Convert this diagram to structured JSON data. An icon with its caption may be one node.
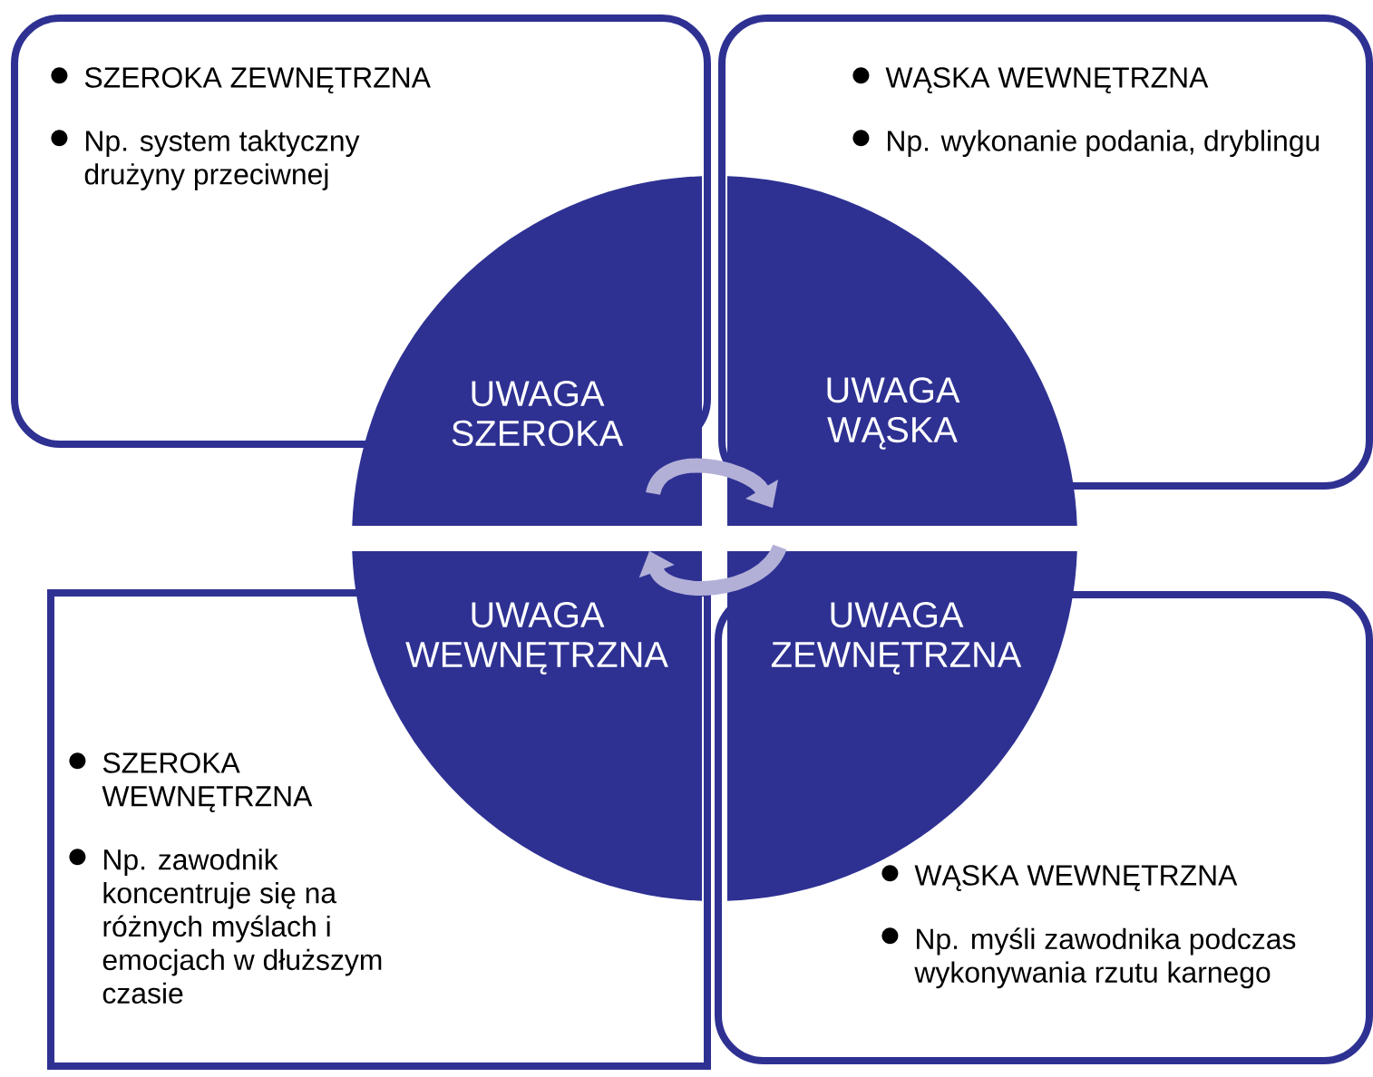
{
  "diagram": {
    "nodes": [
      {
        "text": [
          "SZEROKA ZEWNĘTRZNA",
          "Np. system taktyczny drużyny przeciwnej"
        ]
      },
      {
        "text": [
          "WĄSKA WEWNĘTRZNA",
          "Np. wykonanie podania, dryblingu"
        ]
      },
      {
        "text": [
          "UWAGA SZEROKA"
        ]
      },
      {
        "text": [
          "UWAGA WĄSKA"
        ]
      },
      {
        "text": [
          "UWAGA WEWNĘTRZNA"
        ]
      },
      {
        "text": [
          "UWAGA ZEWNĘTRZNA"
        ]
      },
      {
        "text": [
          "SZEROKA WEWNĘTRZNA",
          "Np. zawodnik koncentruje się na różnych myślach i emocjach w dłuższym czasie"
        ]
      },
      {
        "text": [
          "WĄSKA WEWNĘTRZNA",
          "Np. myśli zawodnika podczas wykonywania rzutu karnego"
        ]
      }
    ],
    "edges": [
      {
        "from": 2,
        "to": 3,
        "arrow": "to",
        "color": "#b3b0d8"
      },
      {
        "from": 5,
        "to": 4,
        "arrow": "to",
        "color": "#b3b0d8"
      }
    ]
  }
}
